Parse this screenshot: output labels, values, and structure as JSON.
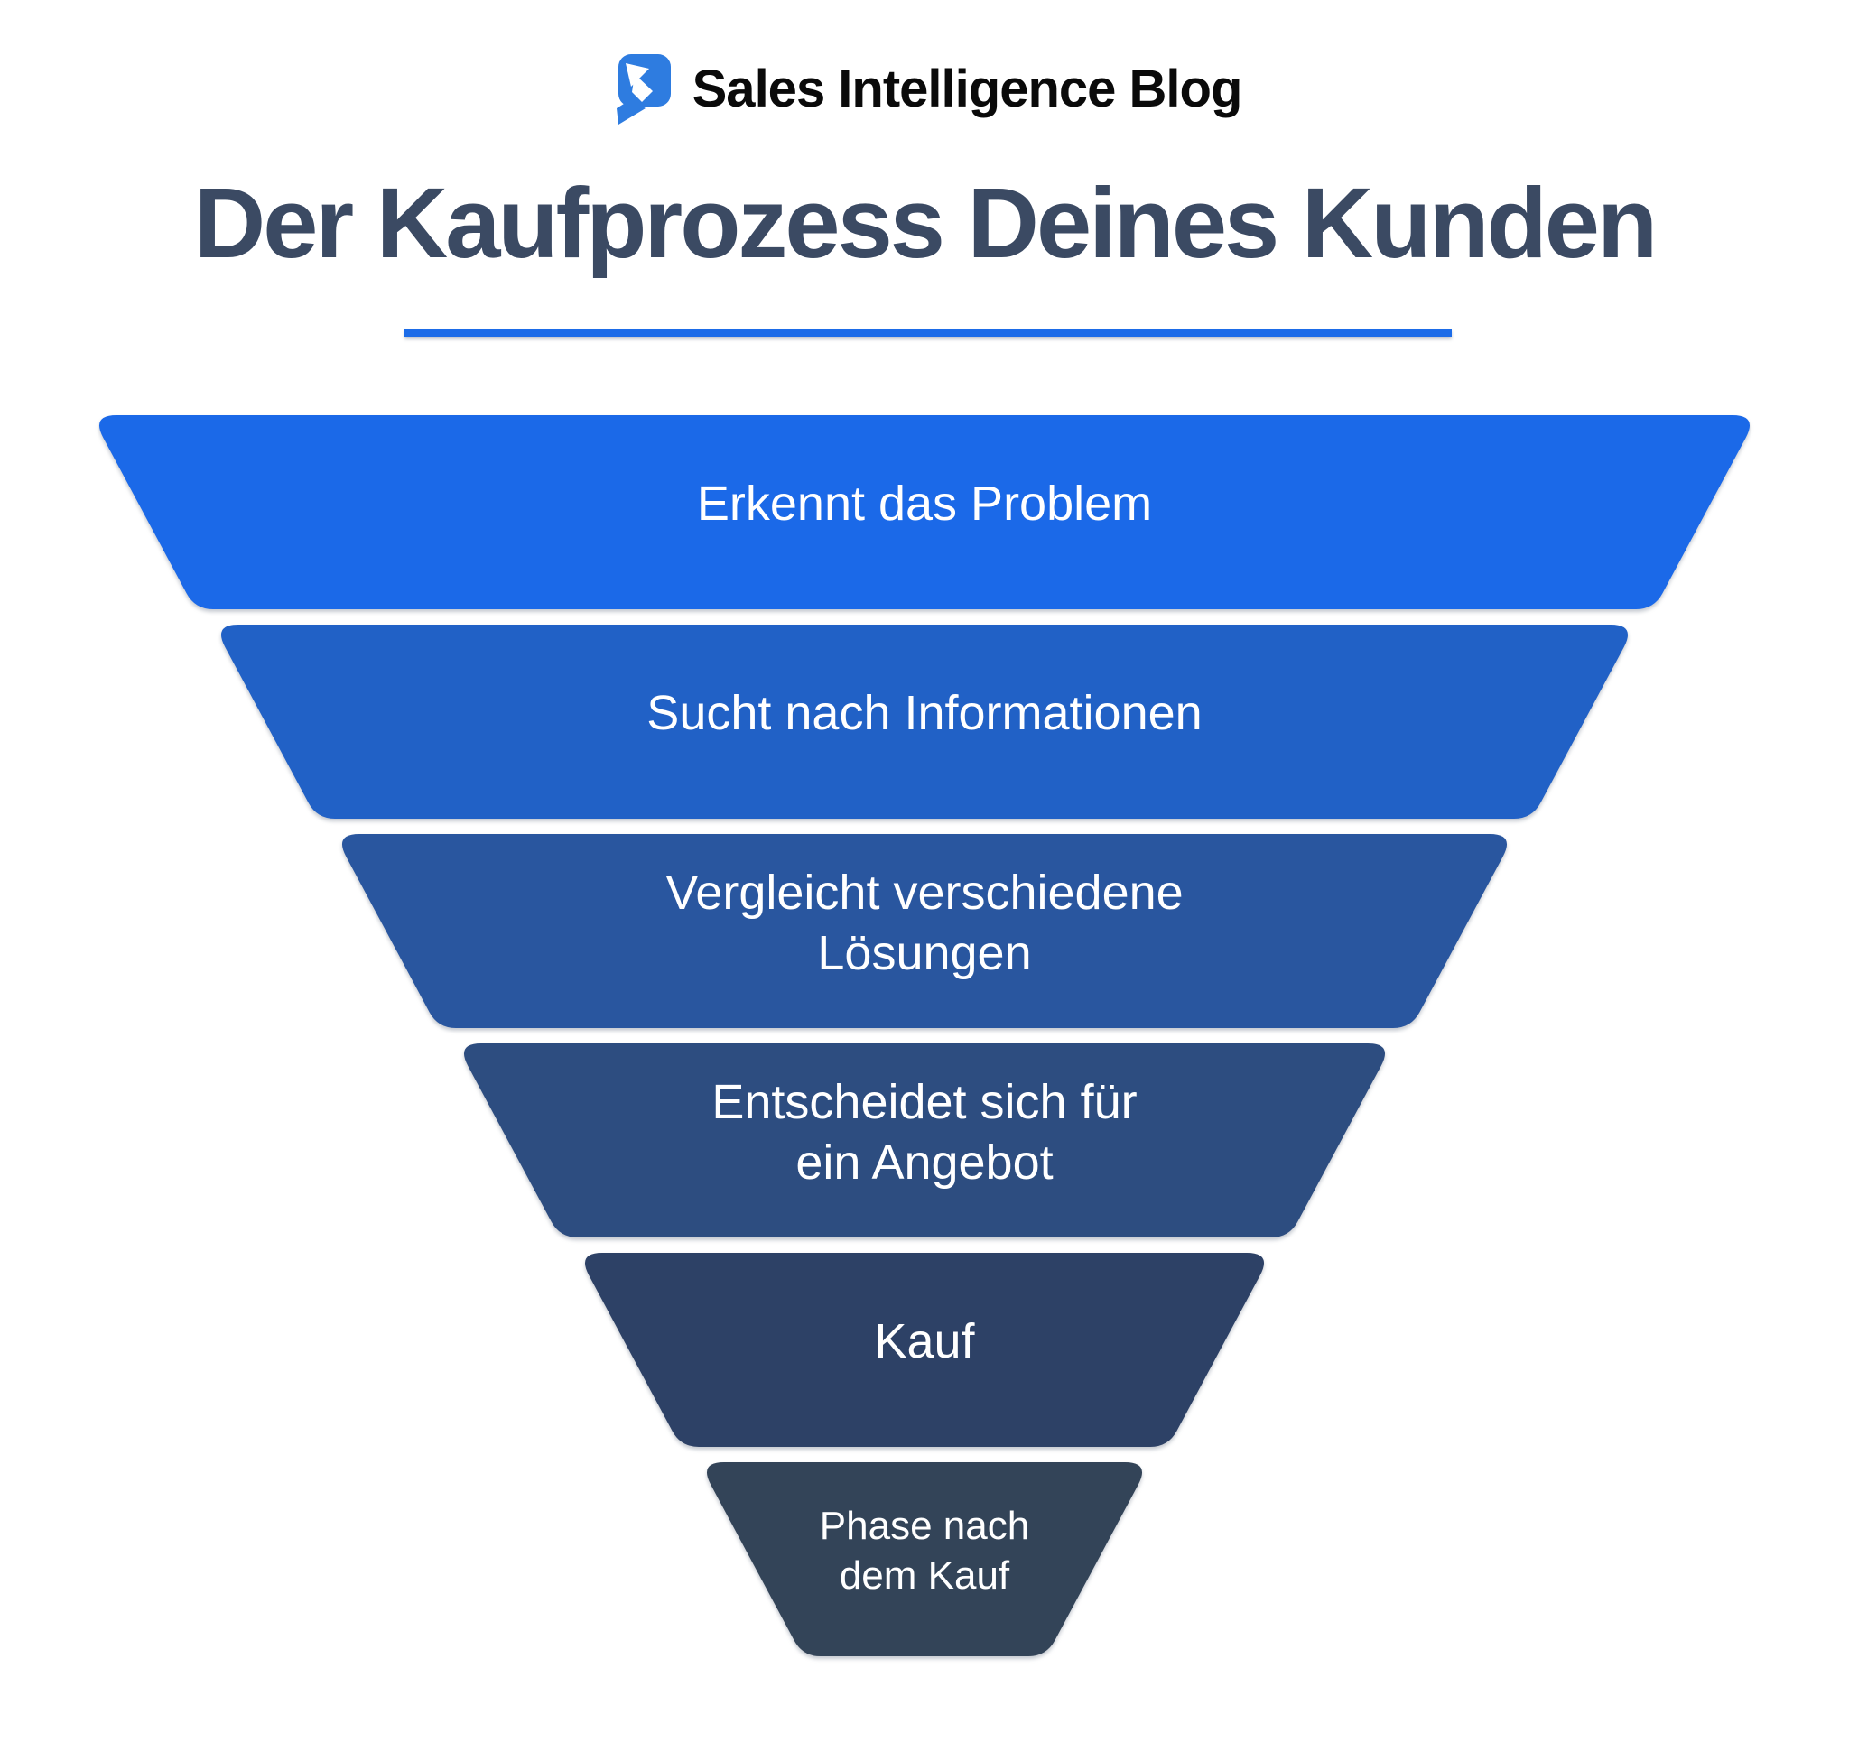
{
  "logo": {
    "icon": "arrow-square-logo-icon",
    "text": "Sales Intelligence Blog",
    "icon_color": "#2e7ce0"
  },
  "title": "Der Kaufprozess Deines Kunden",
  "title_color": "#3b4a63",
  "underline_color": "#1c6ce8",
  "background_color": "#ffffff",
  "chart_data": {
    "type": "funnel",
    "title": "Der Kaufprozess Deines Kunden",
    "orientation": "inverted-top-to-bottom",
    "stage_count": 6,
    "label_color": "#ffffff",
    "stages": [
      {
        "label": "Erkennt das Problem",
        "lines": [
          "Erkennt das Problem"
        ],
        "color": "#1b69e8"
      },
      {
        "label": "Sucht nach Informationen",
        "lines": [
          "Sucht nach Informationen"
        ],
        "color": "#2161c6"
      },
      {
        "label": "Vergleicht verschiedene Lösungen",
        "lines": [
          "Vergleicht verschiedene",
          "Lösungen"
        ],
        "color": "#29569f"
      },
      {
        "label": "Entscheidet sich für ein Angebot",
        "lines": [
          "Entscheidet sich für",
          "ein Angebot"
        ],
        "color": "#2d4d80"
      },
      {
        "label": "Kauf",
        "lines": [
          "Kauf"
        ],
        "color": "#2d4166"
      },
      {
        "label": "Phase nach dem Kauf",
        "lines": [
          "Phase nach",
          "dem Kauf"
        ],
        "color": "#334458"
      }
    ]
  }
}
